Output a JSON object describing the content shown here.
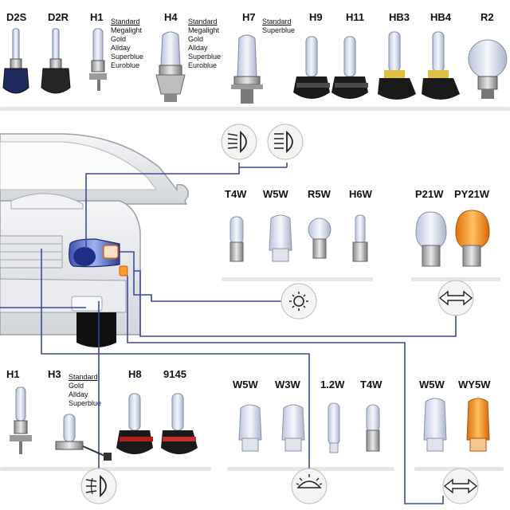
{
  "top_row": {
    "d2s": "D2S",
    "d2r": "D2R",
    "h1": "H1",
    "h4": "H4",
    "h7": "H7",
    "h9": "H9",
    "h11": "H11",
    "hb3": "HB3",
    "hb4": "HB4",
    "r2": "R2",
    "h1_variants": [
      "Standard",
      "Megalight",
      "Gold",
      "Allday",
      "Superblue",
      "Euroblue"
    ],
    "h4_variants": [
      "Standard",
      "Megalight",
      "Gold",
      "Allday",
      "Superblue",
      "Euroblue"
    ],
    "h7_variants": [
      "Standard",
      "Superblue"
    ]
  },
  "middle_row": {
    "t4w": "T4W",
    "w5w": "W5W",
    "r5w": "R5W",
    "h6w": "H6W",
    "p21w": "P21W",
    "py21w": "PY21W"
  },
  "bottom_row": {
    "h1": "H1",
    "h3": "H3",
    "h8": "H8",
    "n9145": "9145",
    "w5w": "W5W",
    "w3w": "W3W",
    "w1_2": "1.2W",
    "t4w": "T4W",
    "w5w_right": "W5W",
    "wy5w": "WY5W",
    "h3_variants": [
      "Standard",
      "Gold",
      "Allday",
      "Superblue"
    ]
  },
  "icons": {
    "low_beam": "low-beam-icon",
    "high_beam": "high-beam-icon",
    "parking": "parking-light-icon",
    "indicator": "turn-signal-icon",
    "fog": "fog-light-icon",
    "interior": "interior-light-icon"
  },
  "colors": {
    "line": "#3a4a9a",
    "headlamp": "#2a3c9a",
    "amber": "#f08a10",
    "car": "#e4e6ea"
  }
}
